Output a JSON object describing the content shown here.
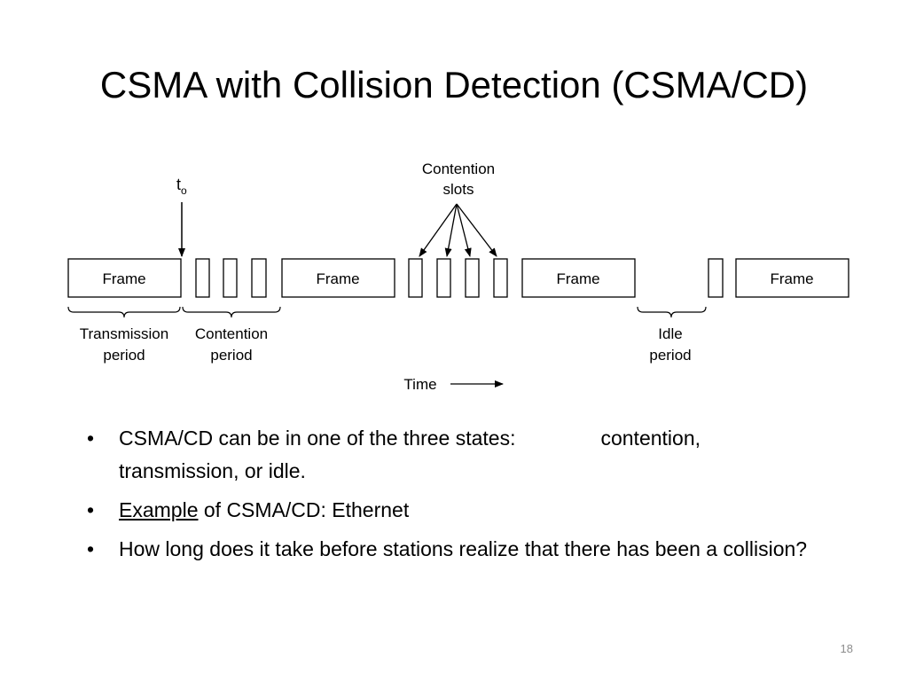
{
  "slide": {
    "title": "CSMA with Collision Detection (CSMA/CD)",
    "number": "18"
  },
  "diagram": {
    "t0_base": "t",
    "t0_sub": "o",
    "contention_slots_line1": "Contention",
    "contention_slots_line2": "slots",
    "frame_label": "Frame",
    "transmission_period_line1": "Transmission",
    "transmission_period_line2": "period",
    "contention_period_line1": "Contention",
    "contention_period_line2": "period",
    "idle_period_line1": "Idle",
    "idle_period_line2": "period",
    "time_label": "Time"
  },
  "bullets": {
    "b1_part1": "CSMA/CD can be in one of the three states:",
    "b1_part2": "contention,",
    "b1_part3": "transmission, or idle.",
    "b2_link": "Example",
    "b2_rest": " of CSMA/CD: Ethernet",
    "b3": "How long does it take before stations realize that there has been a collision?"
  }
}
